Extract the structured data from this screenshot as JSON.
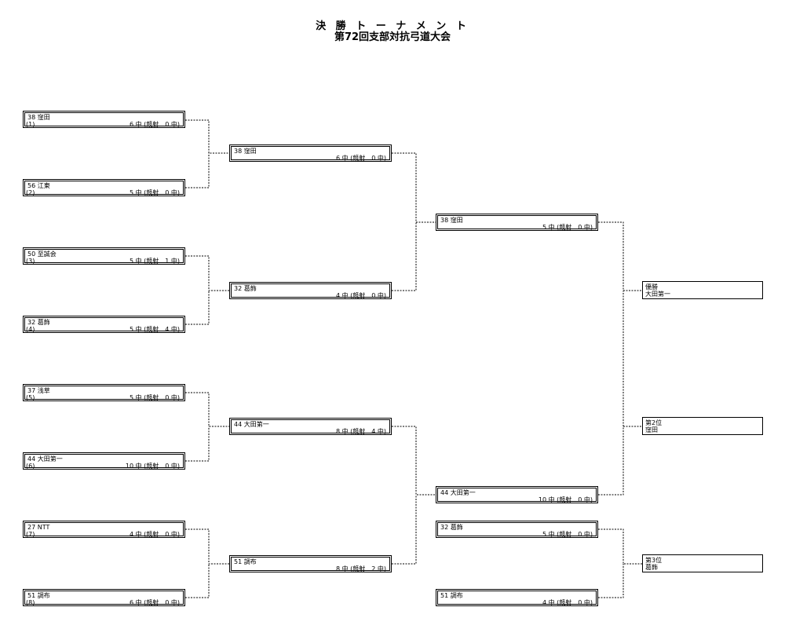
{
  "title": "決 勝 ト ー ナ メ ン ト",
  "subtitle": "第72回支部対抗弓道大会",
  "round1": [
    {
      "team": "38 窪田",
      "seed": "(1)",
      "score": "6 中 (競射　0 中)"
    },
    {
      "team": "56 江東",
      "seed": "(2)",
      "score": "5 中 (競射　0 中)"
    },
    {
      "team": "50 至誠会",
      "seed": "(3)",
      "score": "5 中 (競射　1 中)"
    },
    {
      "team": "32 葛飾",
      "seed": "(4)",
      "score": "5 中 (競射　4 中)"
    },
    {
      "team": "37 浅草",
      "seed": "(5)",
      "score": "5 中 (競射　0 中)"
    },
    {
      "team": "44 大田第一",
      "seed": "(6)",
      "score": "10 中 (競射　0 中)"
    },
    {
      "team": "27 NTT",
      "seed": "(7)",
      "score": "4 中 (競射　0 中)"
    },
    {
      "team": "51 調布",
      "seed": "(8)",
      "score": "6 中 (競射　0 中)"
    }
  ],
  "round2": [
    {
      "team": "38 窪田",
      "score": "6 中 (競射　0 中)"
    },
    {
      "team": "32 葛飾",
      "score": "4 中 (競射　0 中)"
    },
    {
      "team": "44 大田第一",
      "score": "8 中 (競射　4 中)"
    },
    {
      "team": "51 調布",
      "score": "8 中 (競射　2 中)"
    }
  ],
  "round3": [
    {
      "team": "38 窪田",
      "score": "5 中 (競射　0 中)"
    },
    {
      "team": "44 大田第一",
      "score": "10 中 (競射　0 中)"
    },
    {
      "team": "32 葛飾",
      "score": "5 中 (競射　0 中)"
    },
    {
      "team": "51 調布",
      "score": "4 中 (競射　0 中)"
    }
  ],
  "results": [
    {
      "place": "優勝",
      "team": "大田第一"
    },
    {
      "place": "第2位",
      "team": "窪田"
    },
    {
      "place": "第3位",
      "team": "葛飾"
    }
  ]
}
